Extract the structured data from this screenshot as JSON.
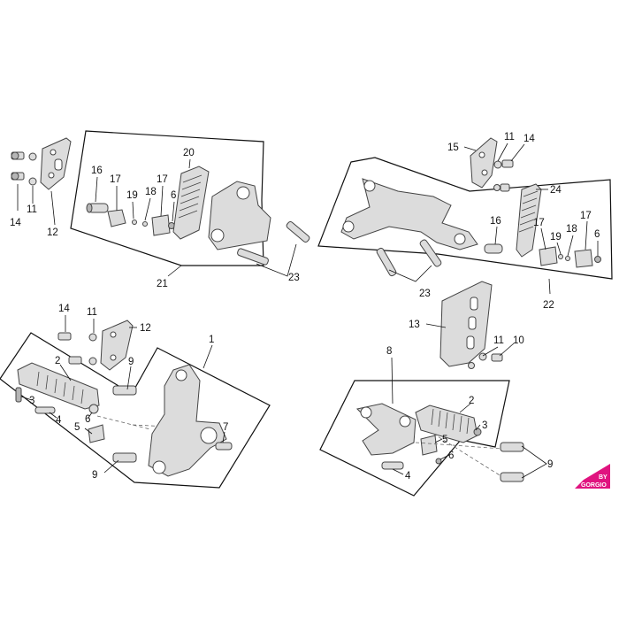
{
  "diagram": {
    "brand": {
      "logo_text_top": "BY",
      "logo_text_bottom": "GORGIO",
      "accent_color": "#e0137f"
    },
    "callouts": {
      "c1": "14",
      "c2": "11",
      "c3": "12",
      "c4": "16",
      "c5": "17",
      "c6": "19",
      "c7": "18",
      "c8": "17",
      "c9": "6",
      "c10": "20",
      "c11": "21",
      "c12": "23",
      "c13": "15",
      "c14": "11",
      "c15": "14",
      "c16": "24",
      "c17": "16",
      "c18": "17",
      "c19": "19",
      "c20": "18",
      "c21": "17",
      "c22": "6",
      "c23": "23",
      "c24": "22",
      "c25": "14",
      "c26": "11",
      "c27": "12",
      "c28": "1",
      "c29": "2",
      "c30": "9",
      "c31": "3",
      "c32": "4",
      "c33": "6",
      "c34": "5",
      "c35": "7",
      "c36": "9",
      "c37": "13",
      "c38": "11",
      "c39": "10",
      "c40": "8",
      "c41": "2",
      "c42": "3",
      "c43": "5",
      "c44": "6",
      "c45": "4",
      "c46": "9"
    }
  }
}
